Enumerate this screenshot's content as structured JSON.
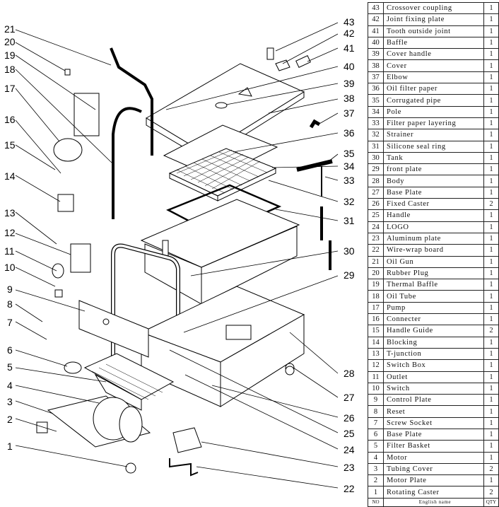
{
  "callouts": [
    "1",
    "2",
    "3",
    "4",
    "5",
    "6",
    "7",
    "8",
    "9",
    "10",
    "11",
    "12",
    "13",
    "14",
    "15",
    "16",
    "17",
    "18",
    "19",
    "20",
    "21",
    "22",
    "23",
    "24",
    "25",
    "26",
    "27",
    "28",
    "29",
    "30",
    "31",
    "32",
    "33",
    "34",
    "35",
    "36",
    "37",
    "38",
    "39",
    "40",
    "41",
    "42",
    "43"
  ],
  "parts": [
    {
      "no": "43",
      "name": "Crossover coupling",
      "qty": "1"
    },
    {
      "no": "42",
      "name": "Joint fixing plate",
      "qty": "1"
    },
    {
      "no": "41",
      "name": "Tooth outside joint",
      "qty": "1"
    },
    {
      "no": "40",
      "name": "Baffle",
      "qty": "1"
    },
    {
      "no": "39",
      "name": "Cover handle",
      "qty": "1"
    },
    {
      "no": "38",
      "name": "Cover",
      "qty": "1"
    },
    {
      "no": "37",
      "name": "Elbow",
      "qty": "1"
    },
    {
      "no": "36",
      "name": "Oil filter paper",
      "qty": "1"
    },
    {
      "no": "35",
      "name": "Corrugated pipe",
      "qty": "1"
    },
    {
      "no": "34",
      "name": "Pole",
      "qty": "1"
    },
    {
      "no": "33",
      "name": "Filter paper layering",
      "qty": "1"
    },
    {
      "no": "32",
      "name": "Strainer",
      "qty": "1"
    },
    {
      "no": "31",
      "name": "Silicone seal ring",
      "qty": "1"
    },
    {
      "no": "30",
      "name": "Tank",
      "qty": "1"
    },
    {
      "no": "29",
      "name": "front  plate",
      "qty": "1"
    },
    {
      "no": "28",
      "name": "Body",
      "qty": "1"
    },
    {
      "no": "27",
      "name": "Base Plate",
      "qty": "1"
    },
    {
      "no": "26",
      "name": "Fixed Caster",
      "qty": "2"
    },
    {
      "no": "25",
      "name": "Handle",
      "qty": "1"
    },
    {
      "no": "24",
      "name": "LOGO",
      "qty": "1"
    },
    {
      "no": "23",
      "name": "Aluminum plate",
      "qty": "1"
    },
    {
      "no": "22",
      "name": "Wire-wrap board",
      "qty": "1"
    },
    {
      "no": "21",
      "name": "Oil Gun",
      "qty": "1"
    },
    {
      "no": "20",
      "name": "Rubber Plug",
      "qty": "1"
    },
    {
      "no": "19",
      "name": "Thermal Baffle",
      "qty": "1"
    },
    {
      "no": "18",
      "name": "Oil Tube",
      "qty": "1"
    },
    {
      "no": "17",
      "name": "Pump",
      "qty": "1"
    },
    {
      "no": "16",
      "name": "Connecter",
      "qty": "1"
    },
    {
      "no": "15",
      "name": "Handle Guide",
      "qty": "2"
    },
    {
      "no": "14",
      "name": "Blocking",
      "qty": "1"
    },
    {
      "no": "13",
      "name": "T-junction",
      "qty": "1"
    },
    {
      "no": "12",
      "name": "Switch Box",
      "qty": "1"
    },
    {
      "no": "11",
      "name": "Outlet",
      "qty": "1"
    },
    {
      "no": "10",
      "name": "Switch",
      "qty": "1"
    },
    {
      "no": "9",
      "name": "Control Plate",
      "qty": "1"
    },
    {
      "no": "8",
      "name": "Reset",
      "qty": "1"
    },
    {
      "no": "7",
      "name": "Screw Socket",
      "qty": "1"
    },
    {
      "no": "6",
      "name": "Base Plate",
      "qty": "1"
    },
    {
      "no": "5",
      "name": "Filter Basket",
      "qty": "1"
    },
    {
      "no": "4",
      "name": "Motor",
      "qty": "1"
    },
    {
      "no": "3",
      "name": "Tubing Cover",
      "qty": "2"
    },
    {
      "no": "2",
      "name": "Motor Plate",
      "qty": "1"
    },
    {
      "no": "1",
      "name": "Rotating Caster",
      "qty": "2"
    }
  ],
  "table_header": {
    "no": "NO",
    "name": "English name",
    "qty": "QTY"
  }
}
